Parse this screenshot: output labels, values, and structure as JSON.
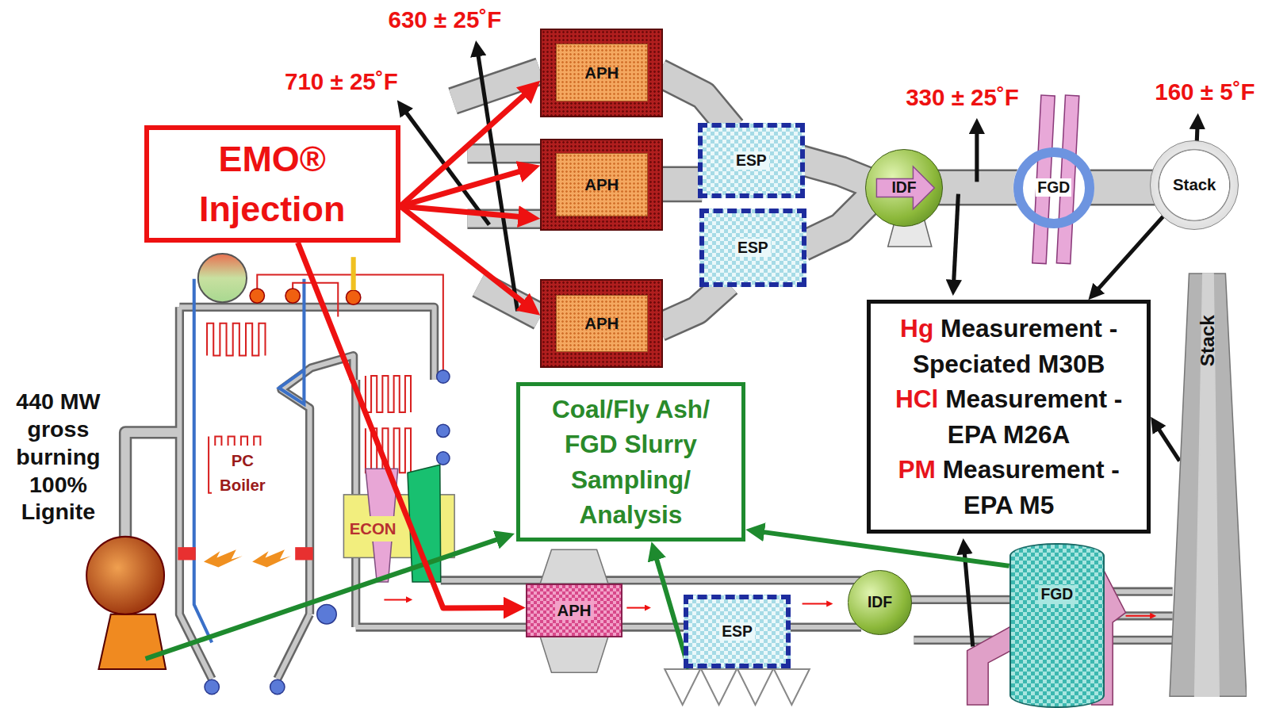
{
  "diagram": {
    "nodes": [
      {
        "text": [
          "EMO® Injection"
        ]
      },
      {
        "text": [
          "APH"
        ]
      },
      {
        "text": [
          "APH"
        ]
      },
      {
        "text": [
          "ESP"
        ]
      },
      {
        "text": [
          "ESP"
        ]
      },
      {
        "text": [
          "IDF"
        ]
      },
      {
        "text": [
          "FGD"
        ]
      },
      {
        "text": [
          "Stack"
        ]
      },
      {
        "text": [
          "APH"
        ]
      },
      {
        "text": [
          "Hg",
          "Measurement - Speciated M30B",
          "HCl",
          "Measurement - EPA M26A",
          "PM",
          "Measurement - EPA M5"
        ]
      },
      {
        "text": [
          "PC Boiler"
        ]
      },
      {
        "text": [
          "Coal/Fly Ash/ FGD Slurry Sampling/ Analysis"
        ]
      },
      {
        "text": [
          "ECON"
        ]
      },
      {
        "text": [
          "APH"
        ]
      },
      {
        "text": [
          "ESP"
        ]
      },
      {
        "text": [
          "IDF"
        ]
      },
      {
        "text": [
          "FGD"
        ]
      },
      {
        "text": [
          "Stack"
        ]
      }
    ],
    "edges": [
      {
        "from": 0,
        "to": 1,
        "arrow": "to"
      },
      {
        "from": 0,
        "to": 2,
        "arrow": "to"
      },
      {
        "from": 0,
        "to": 2,
        "arrow": "to"
      },
      {
        "from": 0,
        "to": 8,
        "arrow": "to"
      },
      {
        "from": 0,
        "to": 13,
        "arrow": "to"
      },
      {
        "from": 14,
        "to": 11,
        "arrow": "to"
      },
      {
        "from": 16,
        "to": 11,
        "arrow": "to"
      },
      {
        "from": 7,
        "to": 9,
        "arrow": "to"
      },
      {
        "from": 17,
        "to": 9,
        "arrow": "to"
      }
    ],
    "labels": [
      "630 ± 25˚F",
      "710 ± 25˚F",
      "330 ± 25˚F",
      "160 ± 5˚F",
      "440 MW gross burning 100% Lignite"
    ]
  }
}
